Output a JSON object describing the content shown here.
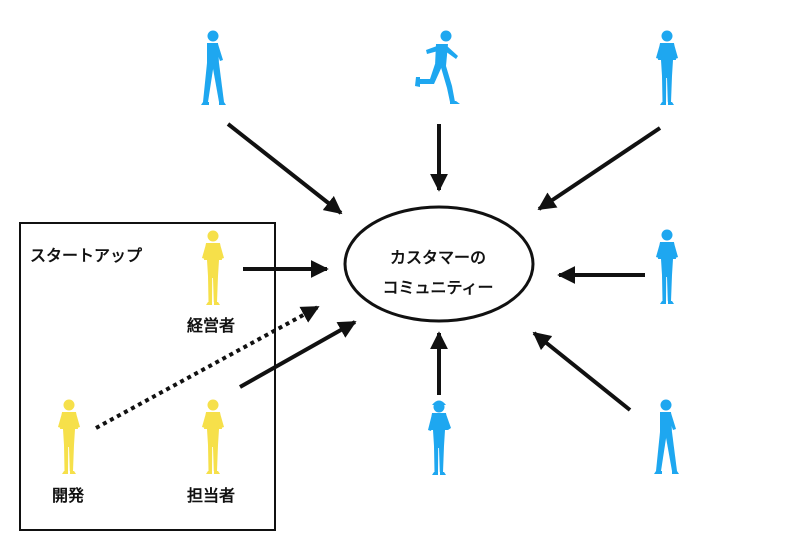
{
  "diagram": {
    "center_label_line1": "カスタマーの",
    "center_label_line2": "コミュニティー",
    "group_title": "スタートアップ",
    "roles": {
      "executive": "経営者",
      "development": "開発",
      "staff": "担当者"
    }
  },
  "colors": {
    "customer": "#1ea7f0",
    "startup_member": "#f6e04a",
    "line": "#111111",
    "background": "#ffffff"
  },
  "icons": [
    "walking-person-icon",
    "running-person-icon",
    "standing-person-icon",
    "worker-person-icon"
  ]
}
